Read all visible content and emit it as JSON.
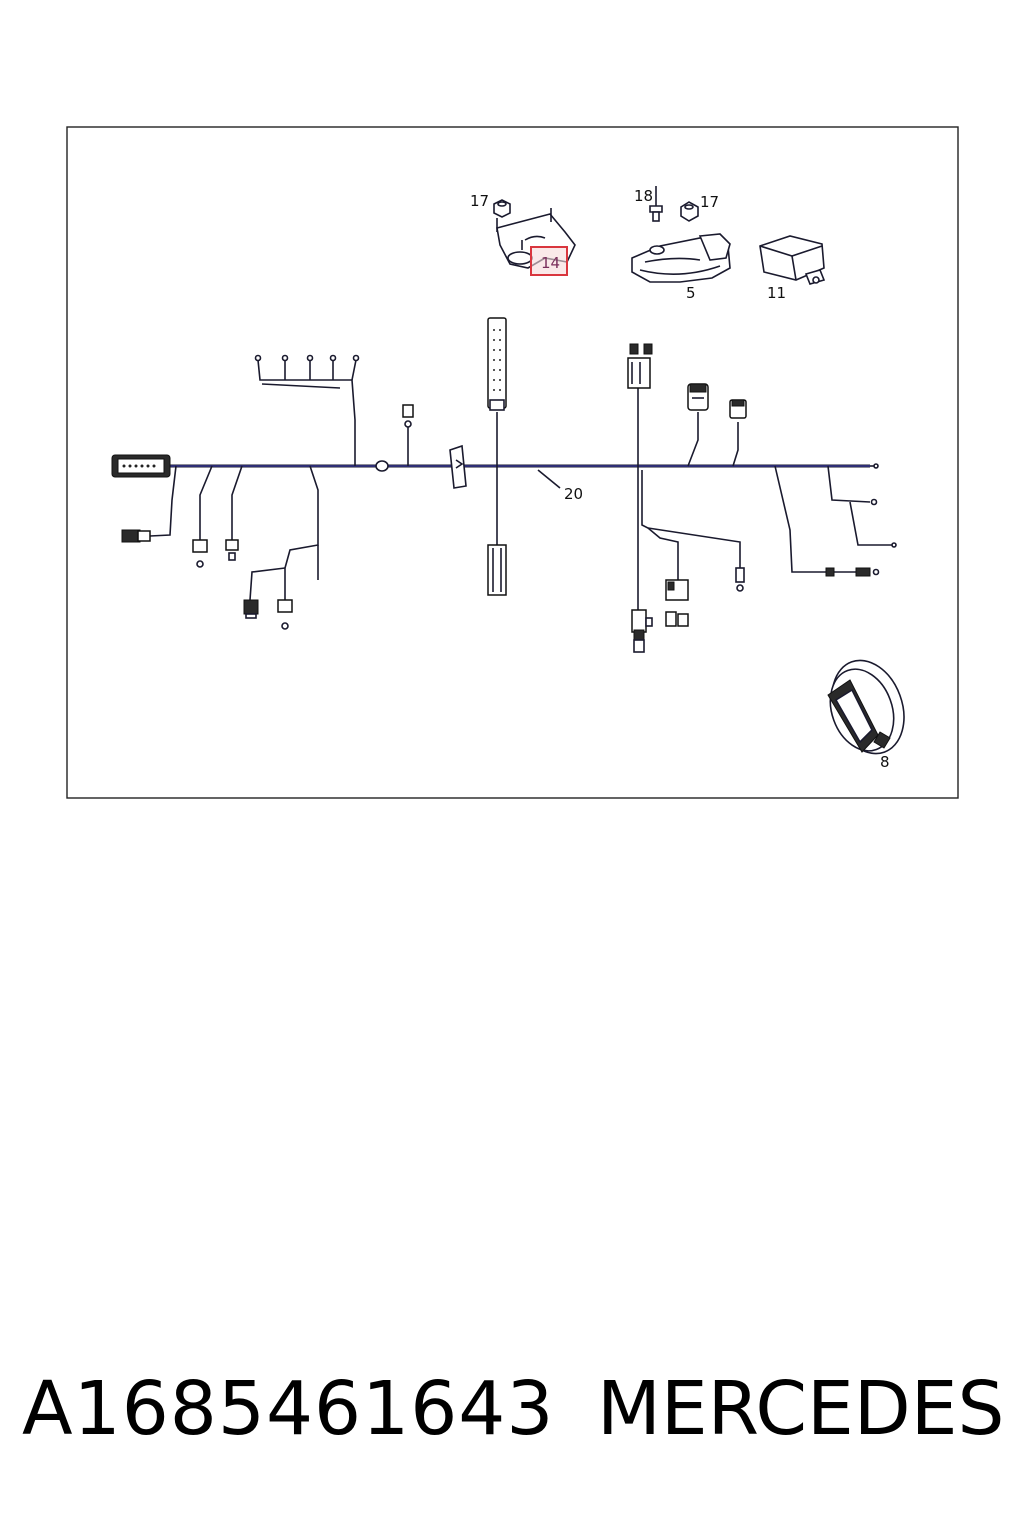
{
  "diagram": {
    "labels": {
      "l17a": "17",
      "l18": "18",
      "l17b": "17",
      "l14": "14",
      "l5": "5",
      "l11": "11",
      "l20": "20",
      "l8": "8"
    },
    "highlight_color": "#d9363e",
    "line_color": "#1a1a2e"
  },
  "footer": {
    "part_number": "A1685461643",
    "brand": "MERCEDES"
  }
}
